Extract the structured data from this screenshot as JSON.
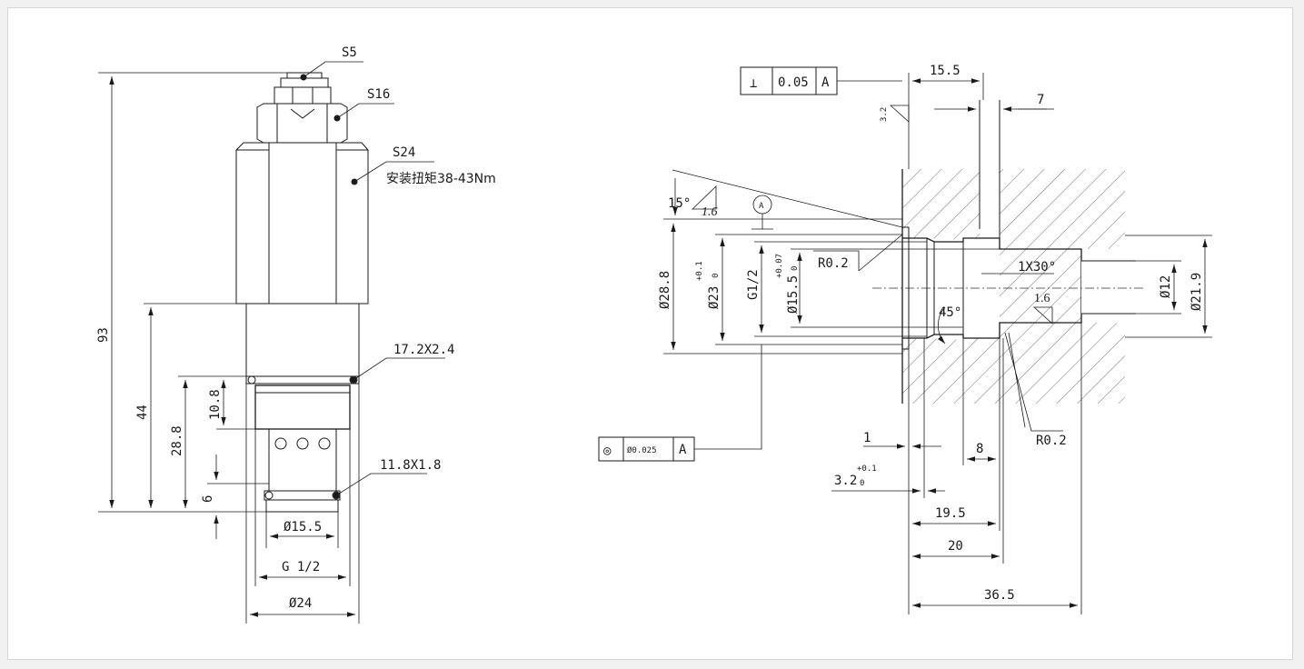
{
  "left_view": {
    "s5": "S5",
    "s16": "S16",
    "s24": "S24",
    "torque": "安装扭矩38-43Nm",
    "oring_1": "17.2X2.4",
    "oring_2": "11.8X1.8",
    "d93": "93",
    "d44": "44",
    "d28_8": "28.8",
    "d10_8": "10.8",
    "d6": "6",
    "d15_5": "Ø15.5",
    "g12": "G 1/2",
    "d24": "Ø24"
  },
  "right_view": {
    "perp_symbol": "⊥",
    "perp_tol": "0.05",
    "perp_datum": "A",
    "rough_3_2": "3.2",
    "d15_5": "15.5",
    "d7": "7",
    "angle_15": "15°",
    "rough_1_6a": "1.6",
    "datum_a": "A",
    "r02a": "R0.2",
    "chamfer": "1X30°",
    "rough_1_6b": "1.6",
    "angle_45": "45°",
    "d28_8": "Ø28.8",
    "d23": "Ø23",
    "d23_tol_upper": "+0.1",
    "d23_tol_lower": "0",
    "g12": "G1/2",
    "d15_5b": "Ø15.5",
    "d15_5b_tol_upper": "+0.07",
    "d15_5b_tol_lower": "0",
    "d12": "Ø12",
    "d21_9": "Ø21.9",
    "conc_symbol": "◎",
    "conc_tol": "Ø0.025",
    "conc_datum": "A",
    "d1": "1",
    "d3_2": "3.2",
    "d3_2_tol_upper": "+0.1",
    "d3_2_tol_lower": "0",
    "d8": "8",
    "r02b": "R0.2",
    "d19_5": "19.5",
    "d20": "20",
    "d36_5": "36.5"
  }
}
